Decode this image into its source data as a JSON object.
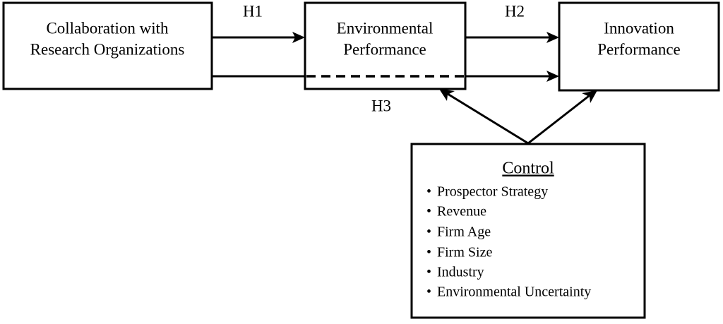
{
  "diagram": {
    "type": "conceptual-research-model",
    "background_color": "#ffffff",
    "line_color": "#000000",
    "nodes": {
      "collaboration": {
        "line1": "Collaboration with",
        "line2": "Research Organizations"
      },
      "environmental": {
        "line1": "Environmental",
        "line2": "Performance"
      },
      "innovation": {
        "line1": "Innovation",
        "line2": "Performance"
      },
      "control": {
        "title": "Control",
        "items": [
          "Prospector Strategy",
          "Revenue",
          "Firm Age",
          "Firm Size",
          "Industry",
          "Environmental Uncertainty"
        ],
        "bullet_glyph": "•"
      }
    },
    "hypotheses": {
      "h1": "H1",
      "h2": "H2",
      "h3": "H3"
    }
  }
}
